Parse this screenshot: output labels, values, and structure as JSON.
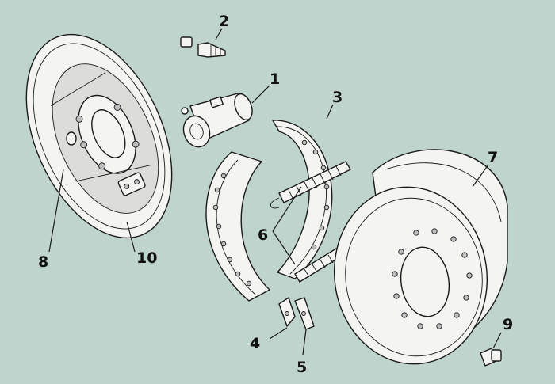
{
  "callouts": [
    {
      "id": "wheel-cylinder",
      "label": "1"
    },
    {
      "id": "bleeder-screw",
      "label": "2"
    },
    {
      "id": "brake-shoe-rear",
      "label": "3"
    },
    {
      "id": "adjuster-link",
      "label": "4"
    },
    {
      "id": "adjuster-lever",
      "label": "5"
    },
    {
      "id": "return-springs",
      "label": "6"
    },
    {
      "id": "brake-drum",
      "label": "7"
    },
    {
      "id": "backing-plate-bolt",
      "label": "8"
    },
    {
      "id": "drum-retaining-screw",
      "label": "9"
    },
    {
      "id": "backing-plate",
      "label": "10"
    }
  ],
  "colors": {
    "background": "#bed4cc",
    "ink": "#111111",
    "part_fill": "#f4f4f2"
  }
}
